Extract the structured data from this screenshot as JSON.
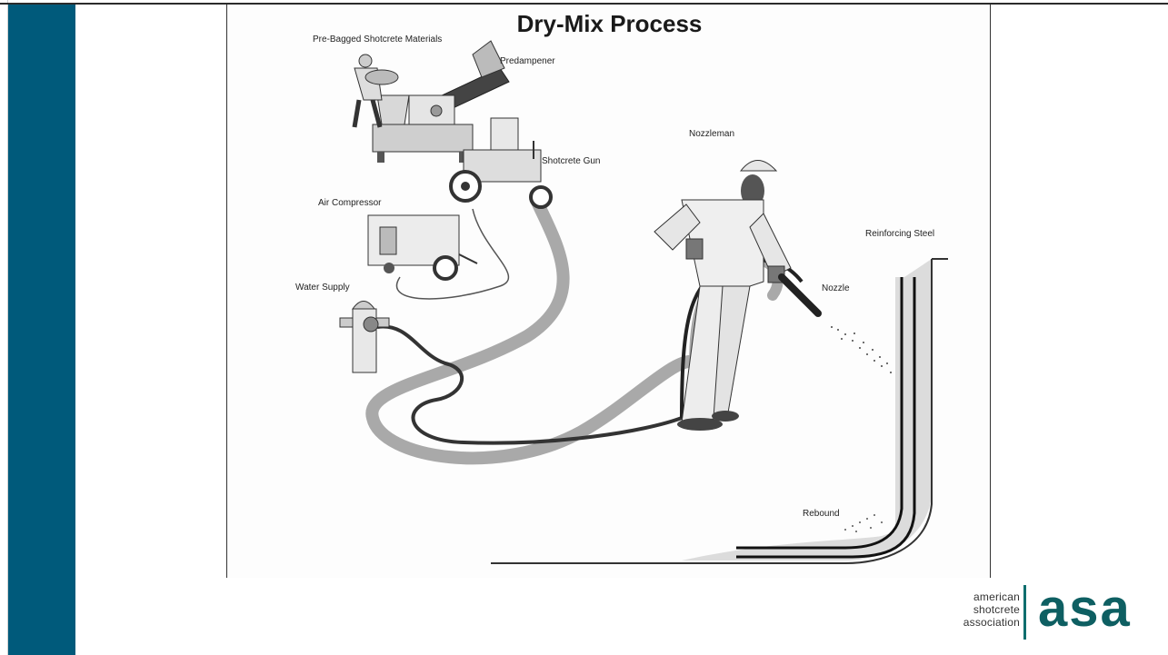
{
  "slide": {
    "title": "Dry-Mix Process",
    "labels": {
      "materials": "Pre-Bagged Shotcrete Materials",
      "predampener": "Predampener",
      "gun": "Shotcrete Gun",
      "compressor": "Air Compressor",
      "water": "Water Supply",
      "nozzleman": "Nozzleman",
      "steel": "Reinforcing Steel",
      "nozzle": "Nozzle",
      "rebound": "Rebound"
    }
  },
  "logo": {
    "line1": "american",
    "line2": "shotcrete",
    "line3": "association",
    "mark": "asa"
  },
  "colors": {
    "sidebar": "#005a7b",
    "logo_accent": "#0e5f62"
  }
}
